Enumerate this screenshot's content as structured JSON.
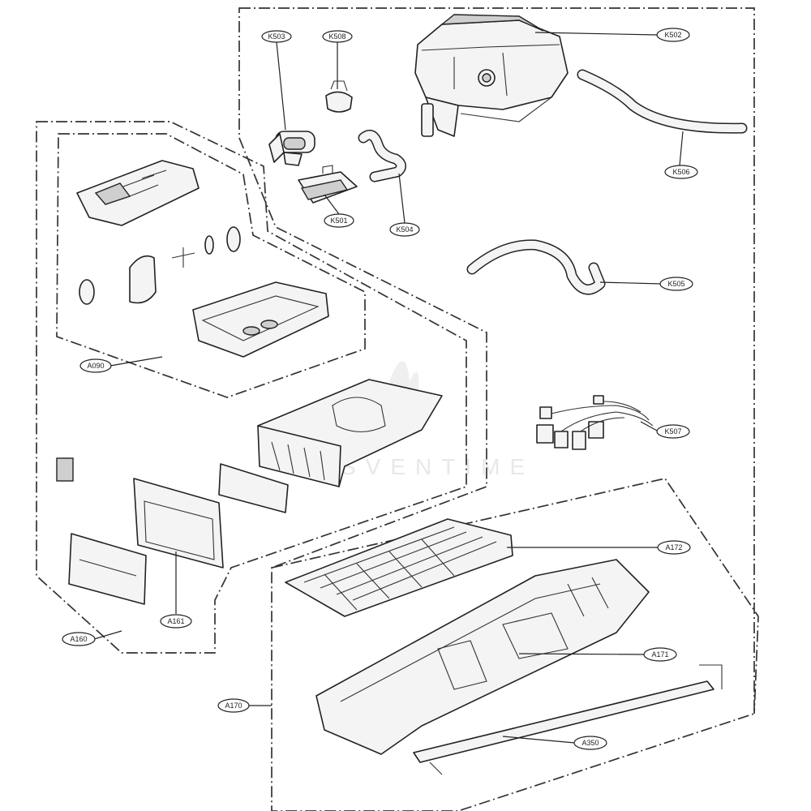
{
  "diagram": {
    "labels": {
      "k503": "K503",
      "k508": "K508",
      "k502": "K502",
      "k506": "K506",
      "k501": "K501",
      "k504": "K504",
      "k505": "K505",
      "k507": "K507",
      "a090": "A090",
      "a172": "A172",
      "a171": "A171",
      "a161": "A161",
      "a160": "A160",
      "a170": "A170",
      "a350": "A350"
    }
  }
}
